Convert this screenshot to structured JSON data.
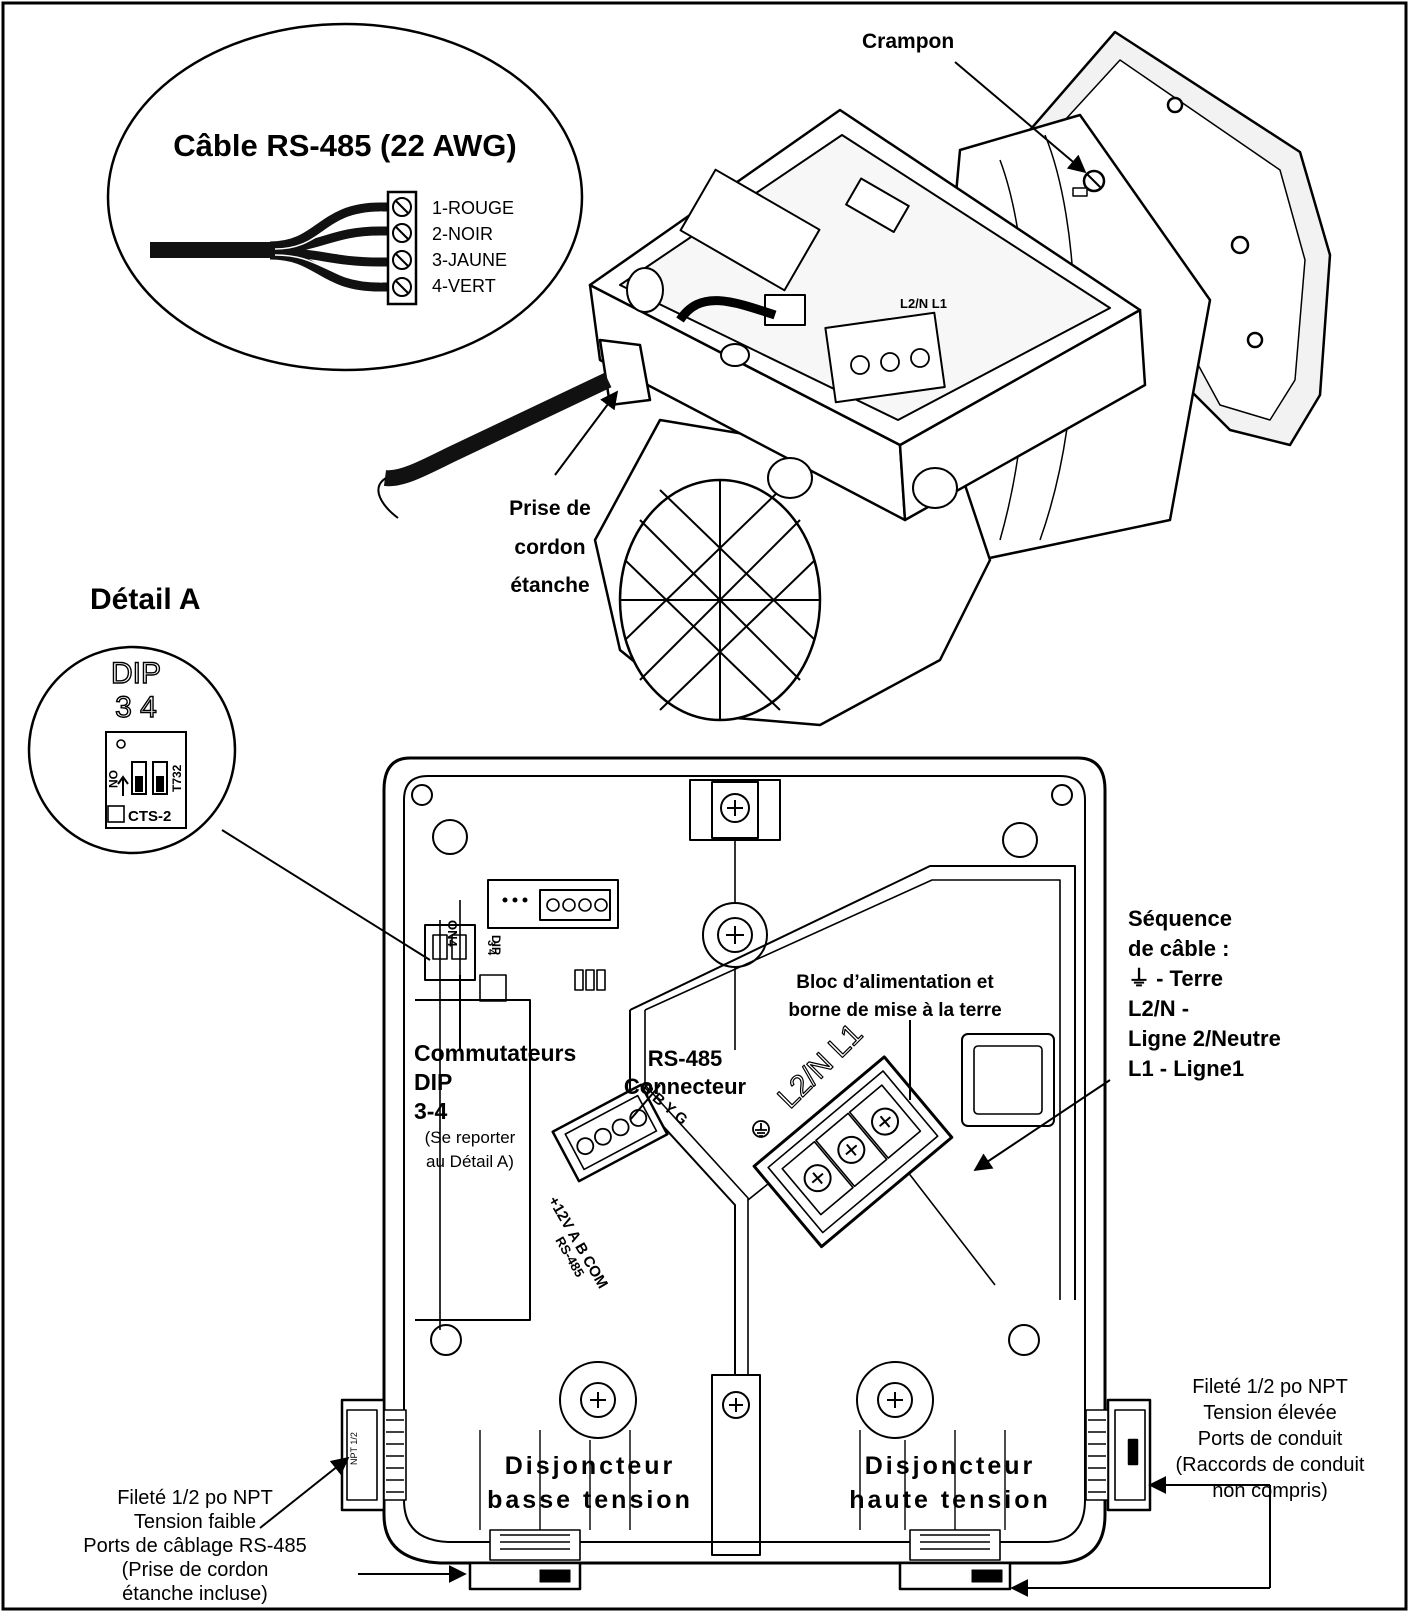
{
  "callouts": {
    "cable_title": "Câble RS-485 (22 AWG)",
    "wires": [
      "1-ROUGE",
      "2-NOIR",
      "3-JAUNE",
      "4-VERT"
    ],
    "crampon": "Crampon",
    "cord_grip": [
      "Prise de",
      "cordon",
      "étanche"
    ],
    "detail_title": "Détail A",
    "detail_dip_word": "DIP",
    "detail_dip_numbers": "3 4",
    "detail_cts": "CTS-2",
    "detail_t732": "T732",
    "dip_switches": [
      "Commutateurs",
      "DIP",
      "3-4"
    ],
    "dip_note": [
      "(Se reporter",
      "au Détail A)"
    ],
    "rs485_connector": [
      "RS-485",
      "Connecteur"
    ],
    "power_block": [
      "Bloc d’alimentation et",
      "borne de mise à la terre"
    ],
    "sequence": [
      "Séquence",
      "de câble :",
      "⏚ - Terre",
      "L2/N -",
      "Ligne 2/Neutre",
      "L1 - Ligne1"
    ],
    "low_breaker": [
      "Disjoncteur",
      "basse tension"
    ],
    "high_breaker": [
      "Disjoncteur",
      "haute tension"
    ],
    "left_ports": [
      "Fileté 1/2 po NPT",
      "Tension faible",
      "Ports de câblage RS-485",
      "(Prise de cordon",
      "étanche incluse)"
    ],
    "right_ports": [
      "Fileté 1/2 po NPT",
      "Tension élevée",
      "Ports de conduit",
      "(Raccords de conduit",
      "non compris)"
    ]
  },
  "board_marks": {
    "l2n_l1": "L2/N  L1",
    "rbyg": "R B Y G",
    "terminal_labels": "+12V A B COM",
    "rs485": "RS-485",
    "dip_small": "DIP",
    "dip_small_nums": "3 4",
    "on4": "ON4"
  }
}
